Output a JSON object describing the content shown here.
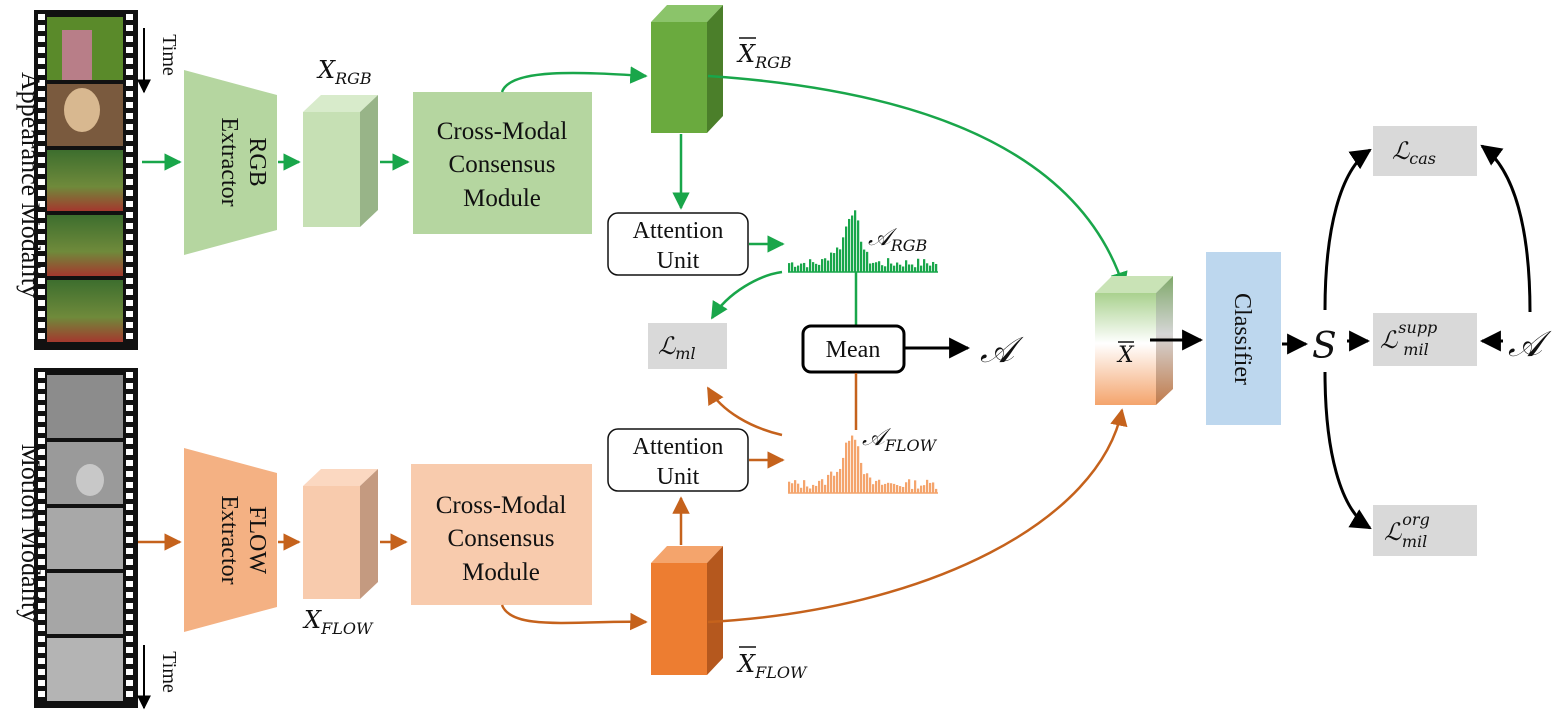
{
  "colors": {
    "rgb": "#19a64a",
    "rgb_box": "#b5d6a0",
    "rgb_feat": "#c6e0b4",
    "rgb_dark": "#6aaa3e",
    "flow": "#c5621c",
    "flow_box": "#f8cbad",
    "flow_dark": "#ed7d31",
    "gray": "#d9d9d9",
    "classifier": "#bdd7ee",
    "arrow_black": "#000000"
  },
  "labels": {
    "appearance_modality": "Appearance Modality",
    "motion_modality": "Motion Modality",
    "time_top": "Time",
    "time_bottom": "Time",
    "rgb_extractor_1": "RGB",
    "rgb_extractor_2": "Extractor",
    "flow_extractor_1": "FLOW",
    "flow_extractor_2": "Extractor",
    "cmcm_rgb_1": "Cross-Modal",
    "cmcm_rgb_2": "Consensus",
    "cmcm_rgb_3": "Module",
    "cmcm_flow_1": "Cross-Modal",
    "cmcm_flow_2": "Consensus",
    "cmcm_flow_3": "Module",
    "attn_rgb_1": "Attention",
    "attn_rgb_2": "Unit",
    "attn_flow_1": "Attention",
    "attn_flow_2": "Unit",
    "mean": "Mean",
    "classifier": "Classifier",
    "x_rgb": "X",
    "x_rgb_sub": "RGB",
    "xbar_rgb": "X",
    "xbar_rgb_sub": "RGB",
    "x_flow": "X",
    "x_flow_sub": "FLOW",
    "xbar_flow": "X",
    "xbar_flow_sub": "FLOW",
    "xbar": "X",
    "a_rgb": "𝒜",
    "a_rgb_sub": "RGB",
    "a_flow": "𝒜",
    "a_flow_sub": "FLOW",
    "a_mean": "𝒜",
    "a_right": "𝒜",
    "s": "S",
    "l_ml": "ℒ",
    "l_ml_sub": "ml",
    "l_cas": "ℒ",
    "l_cas_sub": "cas",
    "l_supp": "ℒ",
    "l_supp_sub": "mil",
    "l_supp_sup": "supp",
    "l_org": "ℒ",
    "l_org_sub": "mil",
    "l_org_sup": "org"
  }
}
